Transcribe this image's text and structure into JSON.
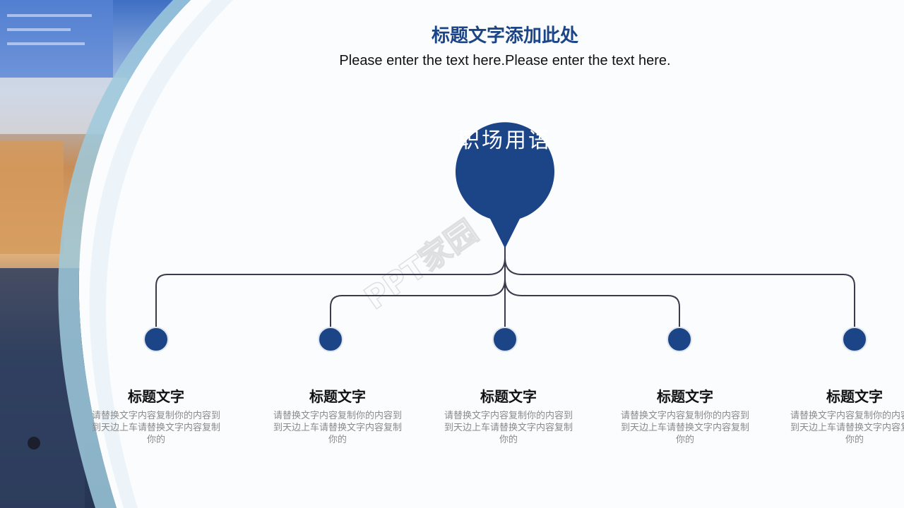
{
  "title": "标题文字添加此处",
  "subtitle": "Please enter the text here.Please enter the text here.",
  "center_node": "职场用语",
  "watermark": "PPT家园",
  "colors": {
    "accent": "#1c4587",
    "line": "#3a3a4a",
    "desc": "#8a8a8a"
  },
  "items": [
    {
      "heading": "标题文字",
      "desc": "请替换文字内容复制你的内容到到天边上车请替换文字内容复制你的"
    },
    {
      "heading": "标题文字",
      "desc": "请替换文字内容复制你的内容到到天边上车请替换文字内容复制你的"
    },
    {
      "heading": "标题文字",
      "desc": "请替换文字内容复制你的内容到到天边上车请替换文字内容复制你的"
    },
    {
      "heading": "标题文字",
      "desc": "请替换文字内容复制你的内容到到天边上车请替换文字内容复制你的"
    },
    {
      "heading": "标题文字",
      "desc": "请替换文字内容复制你的内容到到天边上车请替换文字内容复制你的"
    }
  ]
}
